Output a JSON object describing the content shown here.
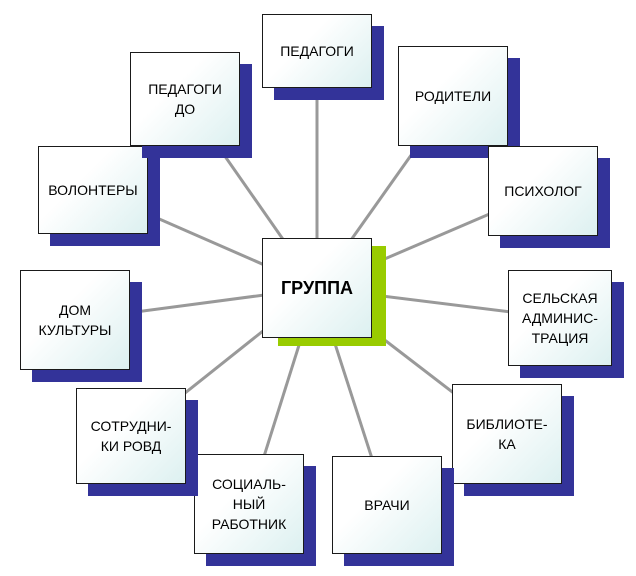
{
  "center": {
    "label": "ГРУППА",
    "accent": "#99cc00"
  },
  "nodes": [
    {
      "id": "pedagogi",
      "label": "ПЕДАГОГИ"
    },
    {
      "id": "roditeli",
      "label": "РОДИТЕЛИ"
    },
    {
      "id": "psiholog",
      "label": "ПСИХОЛОГ"
    },
    {
      "id": "administracia",
      "label": "СЕЛЬСКАЯ\nАДМИНИС-\nТРАЦИЯ"
    },
    {
      "id": "biblioteka",
      "label": "БИБЛИОТЕ-\nКА"
    },
    {
      "id": "vrachi",
      "label": "ВРАЧИ"
    },
    {
      "id": "socrabotnik",
      "label": "СОЦИАЛЬ-\nНЫЙ\nРАБОТНИК"
    },
    {
      "id": "rovd",
      "label": "СОТРУДНИ-\nКИ РОВД"
    },
    {
      "id": "dom-kultury",
      "label": "ДОМ\nКУЛЬТУРЫ"
    },
    {
      "id": "volontery",
      "label": "ВОЛОНТЕРЫ"
    },
    {
      "id": "pedagogi-do",
      "label": "ПЕДАГОГИ\nДО"
    }
  ],
  "colors": {
    "shadow": "#333399",
    "line": "#999999",
    "border": "#1a1a1a"
  }
}
